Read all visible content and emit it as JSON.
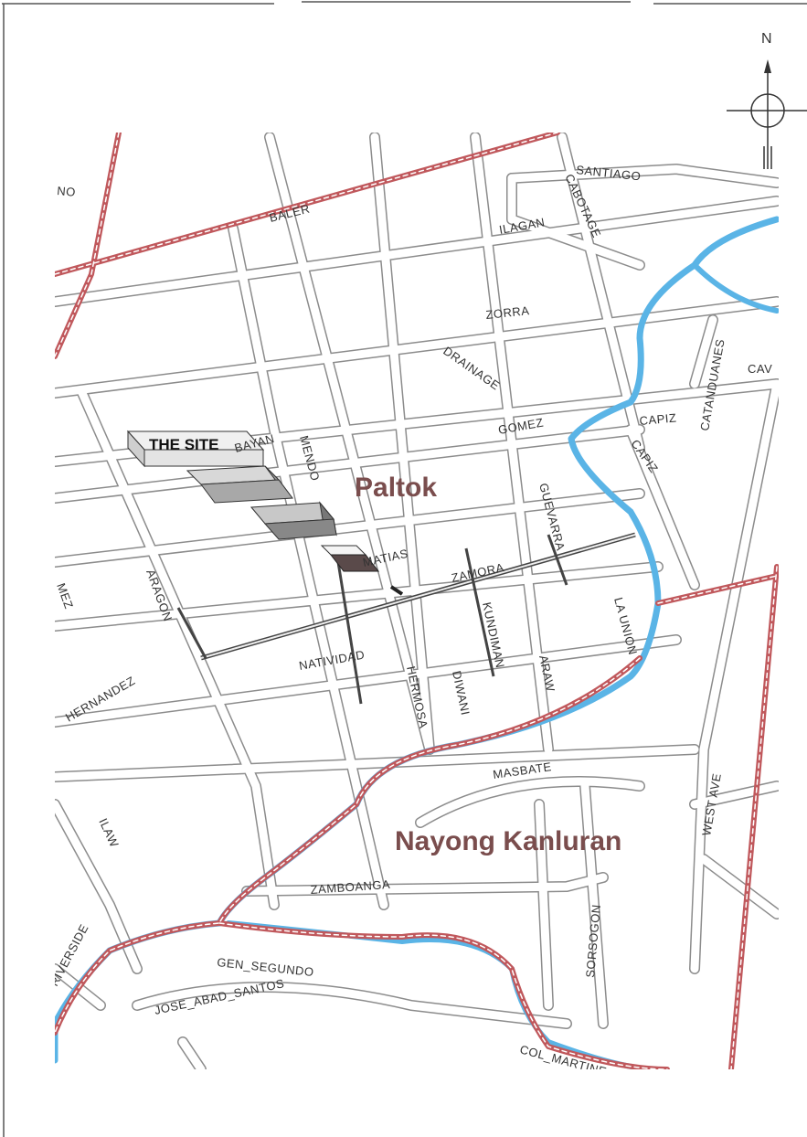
{
  "north_label": "N",
  "site_label": "THE SITE",
  "districts": {
    "paltok": "Paltok",
    "nayong_kanluran": "Nayong Kanluran"
  },
  "streets": {
    "no": "NO",
    "baler": "BALER",
    "santiago": "SANTIAGO",
    "ilagan": "ILAGAN",
    "cabotage": "CABOTAGE",
    "zorra": "ZORRA",
    "drainage": "DRAINAGE",
    "catanduanes": "CATANDUANES",
    "cav": "CAV",
    "capiz1": "CAPIZ",
    "capiz2": "CAPIZ",
    "gomez": "GOMEZ",
    "bayan": "BAYAN",
    "mendoza": "MENDO",
    "guevarra": "GUEVARRA",
    "matias": "MATIAS",
    "zamora": "ZAMORA",
    "aragon": "ARAGON",
    "mez": "MEZ",
    "kundiman": "KUNDIMAN",
    "la_union": "LA UNION",
    "natividad": "NATIVIDAD",
    "hernandez": "HERNANDEZ",
    "hermosa": "HERMOSA",
    "diwani": "DIWANI",
    "araw": "ARAW",
    "masbate": "MASBATE",
    "west_ave": "WEST AVE",
    "ilaw": "ILAW",
    "riverside": "RIVERSIDE",
    "zamboanga": "ZAMBOANGA",
    "gen_segundo": "GEN_SEGUNDO",
    "sorsogon": "SORSOGON",
    "jose_abad_santos": "JOSE_ABAD_SANTOS",
    "col_martinez": "COL_MARTINE"
  },
  "colors": {
    "road": "#9a9a9a",
    "major_road": "#c0585c",
    "river": "#5ab4e6",
    "district_text": "#7a4d4d"
  }
}
